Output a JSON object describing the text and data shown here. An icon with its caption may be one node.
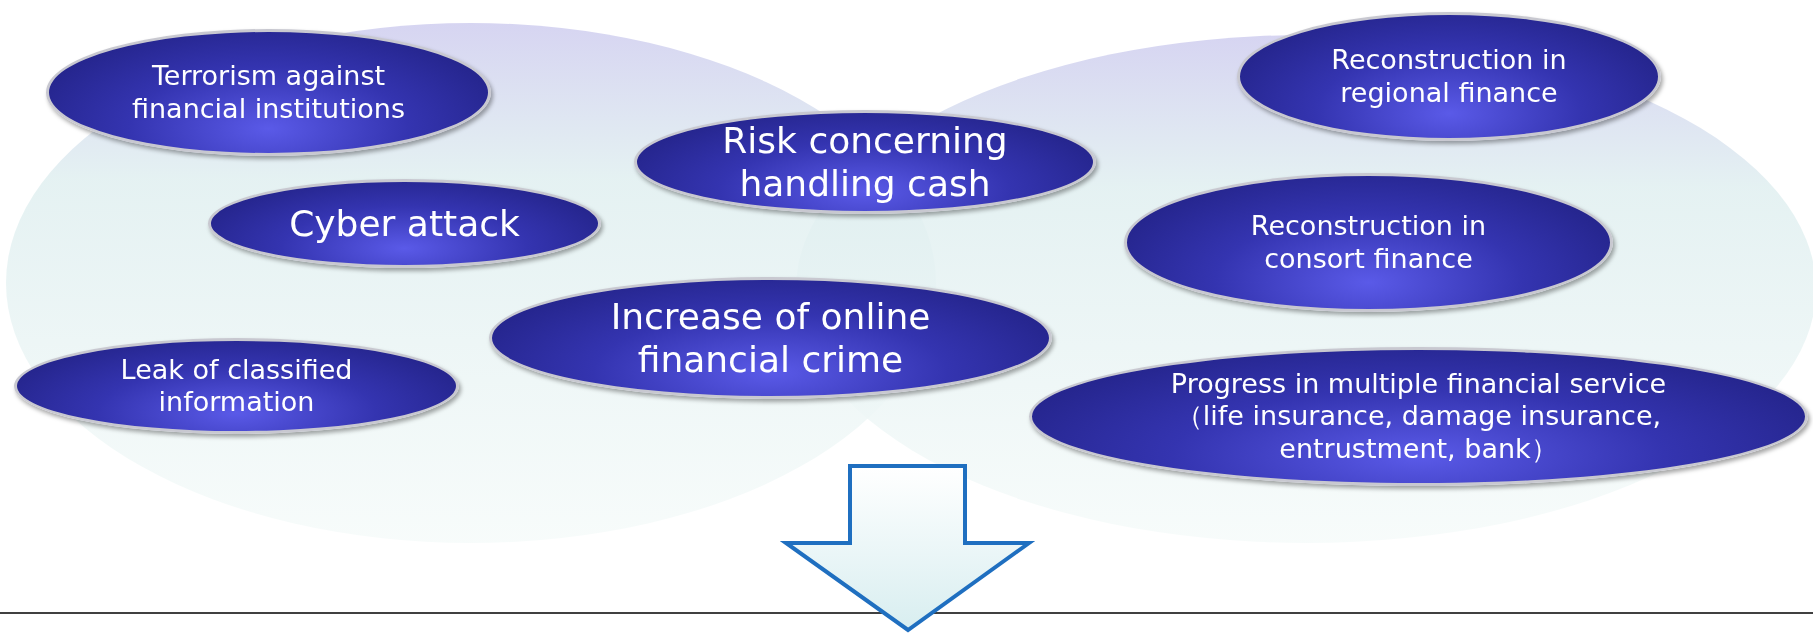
{
  "diagram": {
    "nodes": [
      {
        "text": [
          "Terrorism against financial institutions"
        ]
      },
      {
        "text": [
          "Reconstruction in regional finance"
        ]
      },
      {
        "text": [
          "Risk concerning handling cash"
        ]
      },
      {
        "text": [
          "Cyber attack"
        ]
      },
      {
        "text": [
          "Reconstruction in consort finance"
        ]
      },
      {
        "text": [
          "Increase of online financial crime"
        ]
      },
      {
        "text": [
          "Leak of classified information"
        ]
      },
      {
        "text": [
          "Progress in multiple financial service （life insurance, damage insurance, entrustment, bank）"
        ]
      }
    ]
  }
}
